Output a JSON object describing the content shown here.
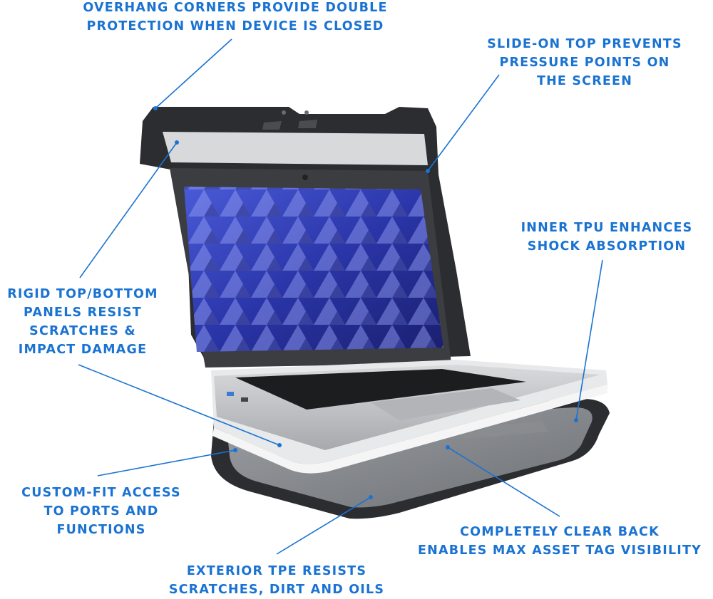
{
  "callouts": {
    "overhang": {
      "lines": [
        "OVERHANG CORNERS PROVIDE DOUBLE",
        "PROTECTION WHEN DEVICE IS CLOSED"
      ]
    },
    "slide_on": {
      "lines": [
        "SLIDE-ON TOP PREVENTS",
        "PRESSURE POINTS ON",
        "THE SCREEN"
      ]
    },
    "inner_tpu": {
      "lines": [
        "INNER TPU ENHANCES",
        "SHOCK ABSORPTION"
      ]
    },
    "rigid": {
      "lines": [
        "RIGID TOP/BOTTOM",
        "PANELS RESIST",
        "SCRATCHES &",
        "IMPACT DAMAGE"
      ]
    },
    "custom_fit": {
      "lines": [
        "CUSTOM-FIT ACCESS",
        "TO PORTS AND",
        "FUNCTIONS"
      ]
    },
    "clear_back": {
      "lines": [
        "COMPLETELY CLEAR BACK",
        "ENABLES MAX ASSET TAG VISIBILITY"
      ]
    },
    "exterior_tpe": {
      "lines": [
        "EXTERIOR TPE RESISTS",
        "SCRATCHES, DIRT AND OILS"
      ]
    }
  },
  "colors": {
    "accent": "#1a73d2",
    "case": "#2b2d30",
    "screen": "#2a35a8"
  }
}
